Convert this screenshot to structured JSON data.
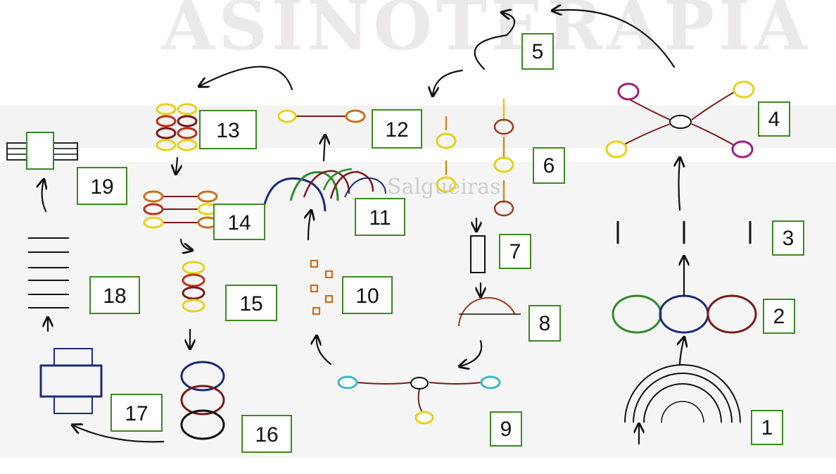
{
  "background": {
    "title": "ASINOTERAPIA",
    "caption": "Salgueiras"
  },
  "steps": [
    {
      "id": "step-1",
      "label": "1"
    },
    {
      "id": "step-2",
      "label": "2"
    },
    {
      "id": "step-3",
      "label": "3"
    },
    {
      "id": "step-4",
      "label": "4"
    },
    {
      "id": "step-5",
      "label": "5"
    },
    {
      "id": "step-6",
      "label": "6"
    },
    {
      "id": "step-7",
      "label": "7"
    },
    {
      "id": "step-8",
      "label": "8"
    },
    {
      "id": "step-9",
      "label": "9"
    },
    {
      "id": "step-10",
      "label": "10"
    },
    {
      "id": "step-11",
      "label": "11"
    },
    {
      "id": "step-12",
      "label": "12"
    },
    {
      "id": "step-13",
      "label": "13"
    },
    {
      "id": "step-14",
      "label": "14"
    },
    {
      "id": "step-15",
      "label": "15"
    },
    {
      "id": "step-16",
      "label": "16"
    },
    {
      "id": "step-17",
      "label": "17"
    },
    {
      "id": "step-18",
      "label": "18"
    },
    {
      "id": "step-19",
      "label": "19"
    }
  ],
  "colors": {
    "green": "#2e8a2a",
    "navy": "#1c2a7a",
    "maroon": "#7a1a1a",
    "yellow": "#e6d21a",
    "purple": "#a0207a",
    "orange": "#c8701c",
    "box_border": "#3d8a1f"
  }
}
